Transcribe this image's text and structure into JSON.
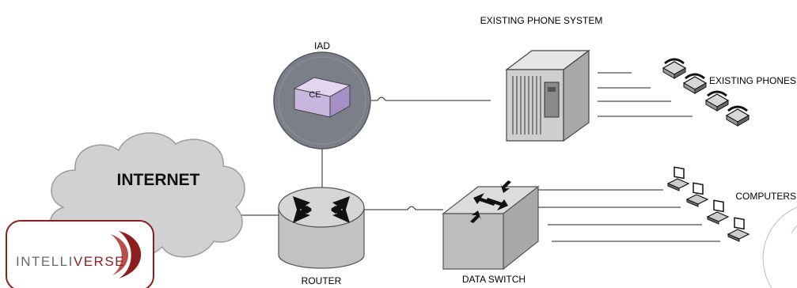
{
  "labels": {
    "existing_phone_system": "EXISTING PHONE SYSTEM",
    "iad": "IAD",
    "ce": "CE",
    "existing_phones": "EXISTING PHONES",
    "internet": "INTERNET",
    "computers": "COMPUTERS",
    "router": "ROUTER",
    "data_switch": "DATA SWITCH"
  },
  "logo": {
    "text_part1": "INTELLI",
    "text_part2": "VERSE",
    "brand_color": "#8b1f1f"
  },
  "colors": {
    "iad_circle": "#7a7f88",
    "cloud_fill": "#cfd1d3",
    "device_fill": "#c8c8c8",
    "ce_box": "#c9b6df"
  }
}
